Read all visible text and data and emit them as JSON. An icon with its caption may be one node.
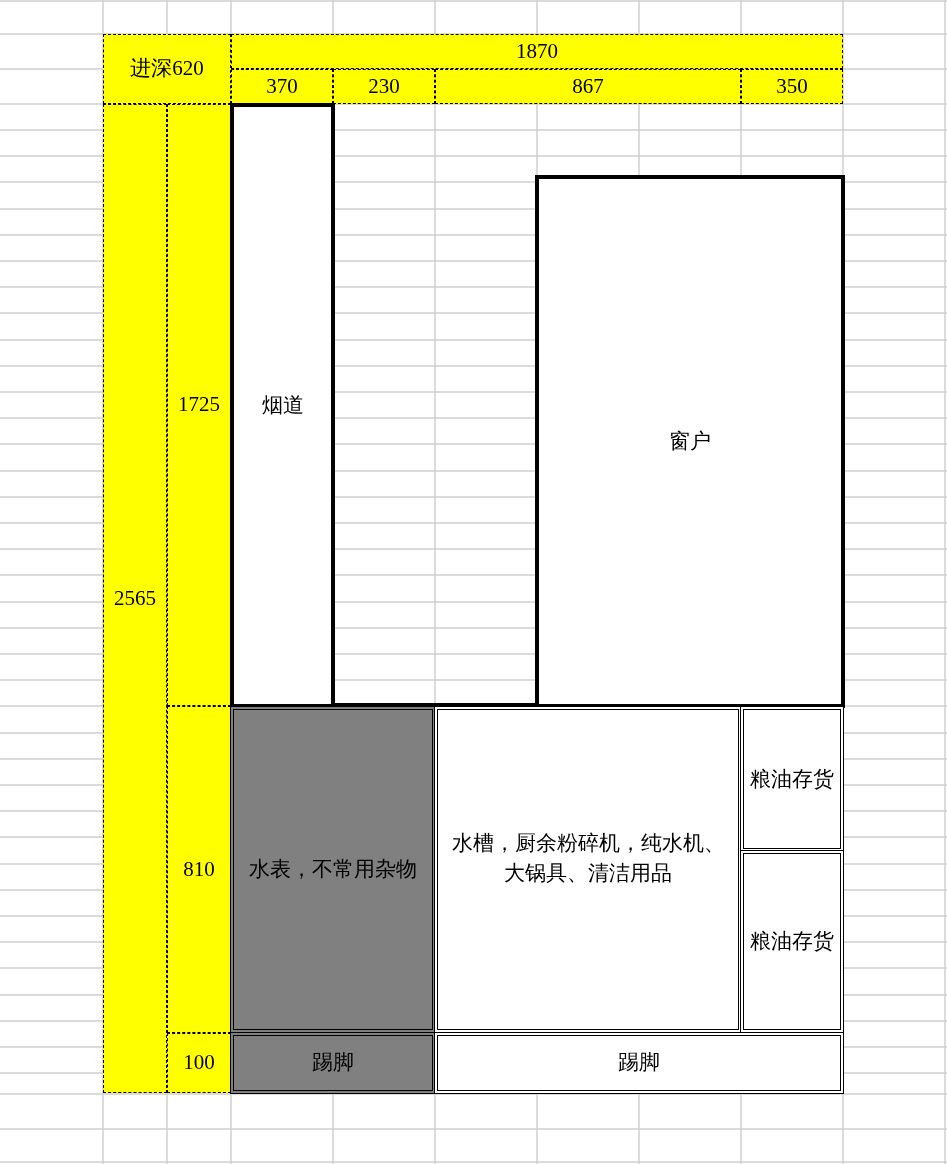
{
  "diagram": {
    "nodes": [
      {
        "text": [
          "进深620"
        ]
      },
      {
        "text": [
          "1870"
        ]
      },
      {
        "text": [
          "370"
        ]
      },
      {
        "text": [
          "230"
        ]
      },
      {
        "text": [
          "867"
        ]
      },
      {
        "text": [
          "350"
        ]
      },
      {
        "text": [
          "2565"
        ]
      },
      {
        "text": [
          "1725"
        ]
      },
      {
        "text": [
          "烟道"
        ]
      },
      {
        "text": [
          "窗户"
        ]
      },
      {
        "text": [
          "810"
        ]
      },
      {
        "text": [
          "水表，不常用杂物"
        ]
      },
      {
        "text": [
          "水槽，厨余粉碎机，纯水机、大锅具、清洁用品"
        ]
      },
      {
        "text": [
          "粮油存货"
        ]
      },
      {
        "text": [
          "粮油存货"
        ]
      },
      {
        "text": [
          "100"
        ]
      },
      {
        "text": [
          "踢脚"
        ]
      },
      {
        "text": [
          "踢脚"
        ]
      }
    ]
  }
}
